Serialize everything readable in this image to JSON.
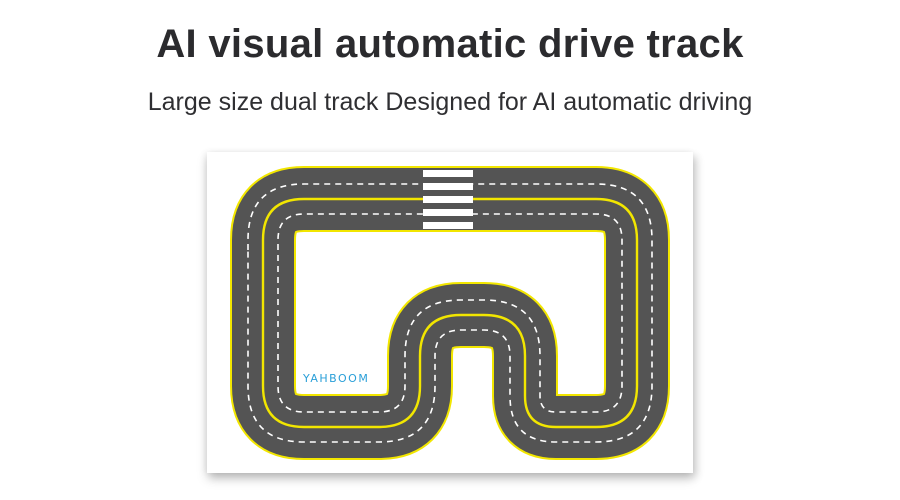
{
  "header": {
    "title": "AI visual automatic drive track",
    "subtitle": "Large size dual track Designed for AI automatic driving"
  },
  "track_map": {
    "brand_logo": "YAHBOOM",
    "colors": {
      "asphalt": "#555555",
      "edge_line": "#f2e600",
      "center_line": "#f2e600",
      "lane_dash": "#ffffff",
      "crosswalk": "#ffffff",
      "brand": "#2a9fd8"
    },
    "features": [
      "dual-lane loop",
      "crosswalk",
      "S-curve"
    ]
  }
}
